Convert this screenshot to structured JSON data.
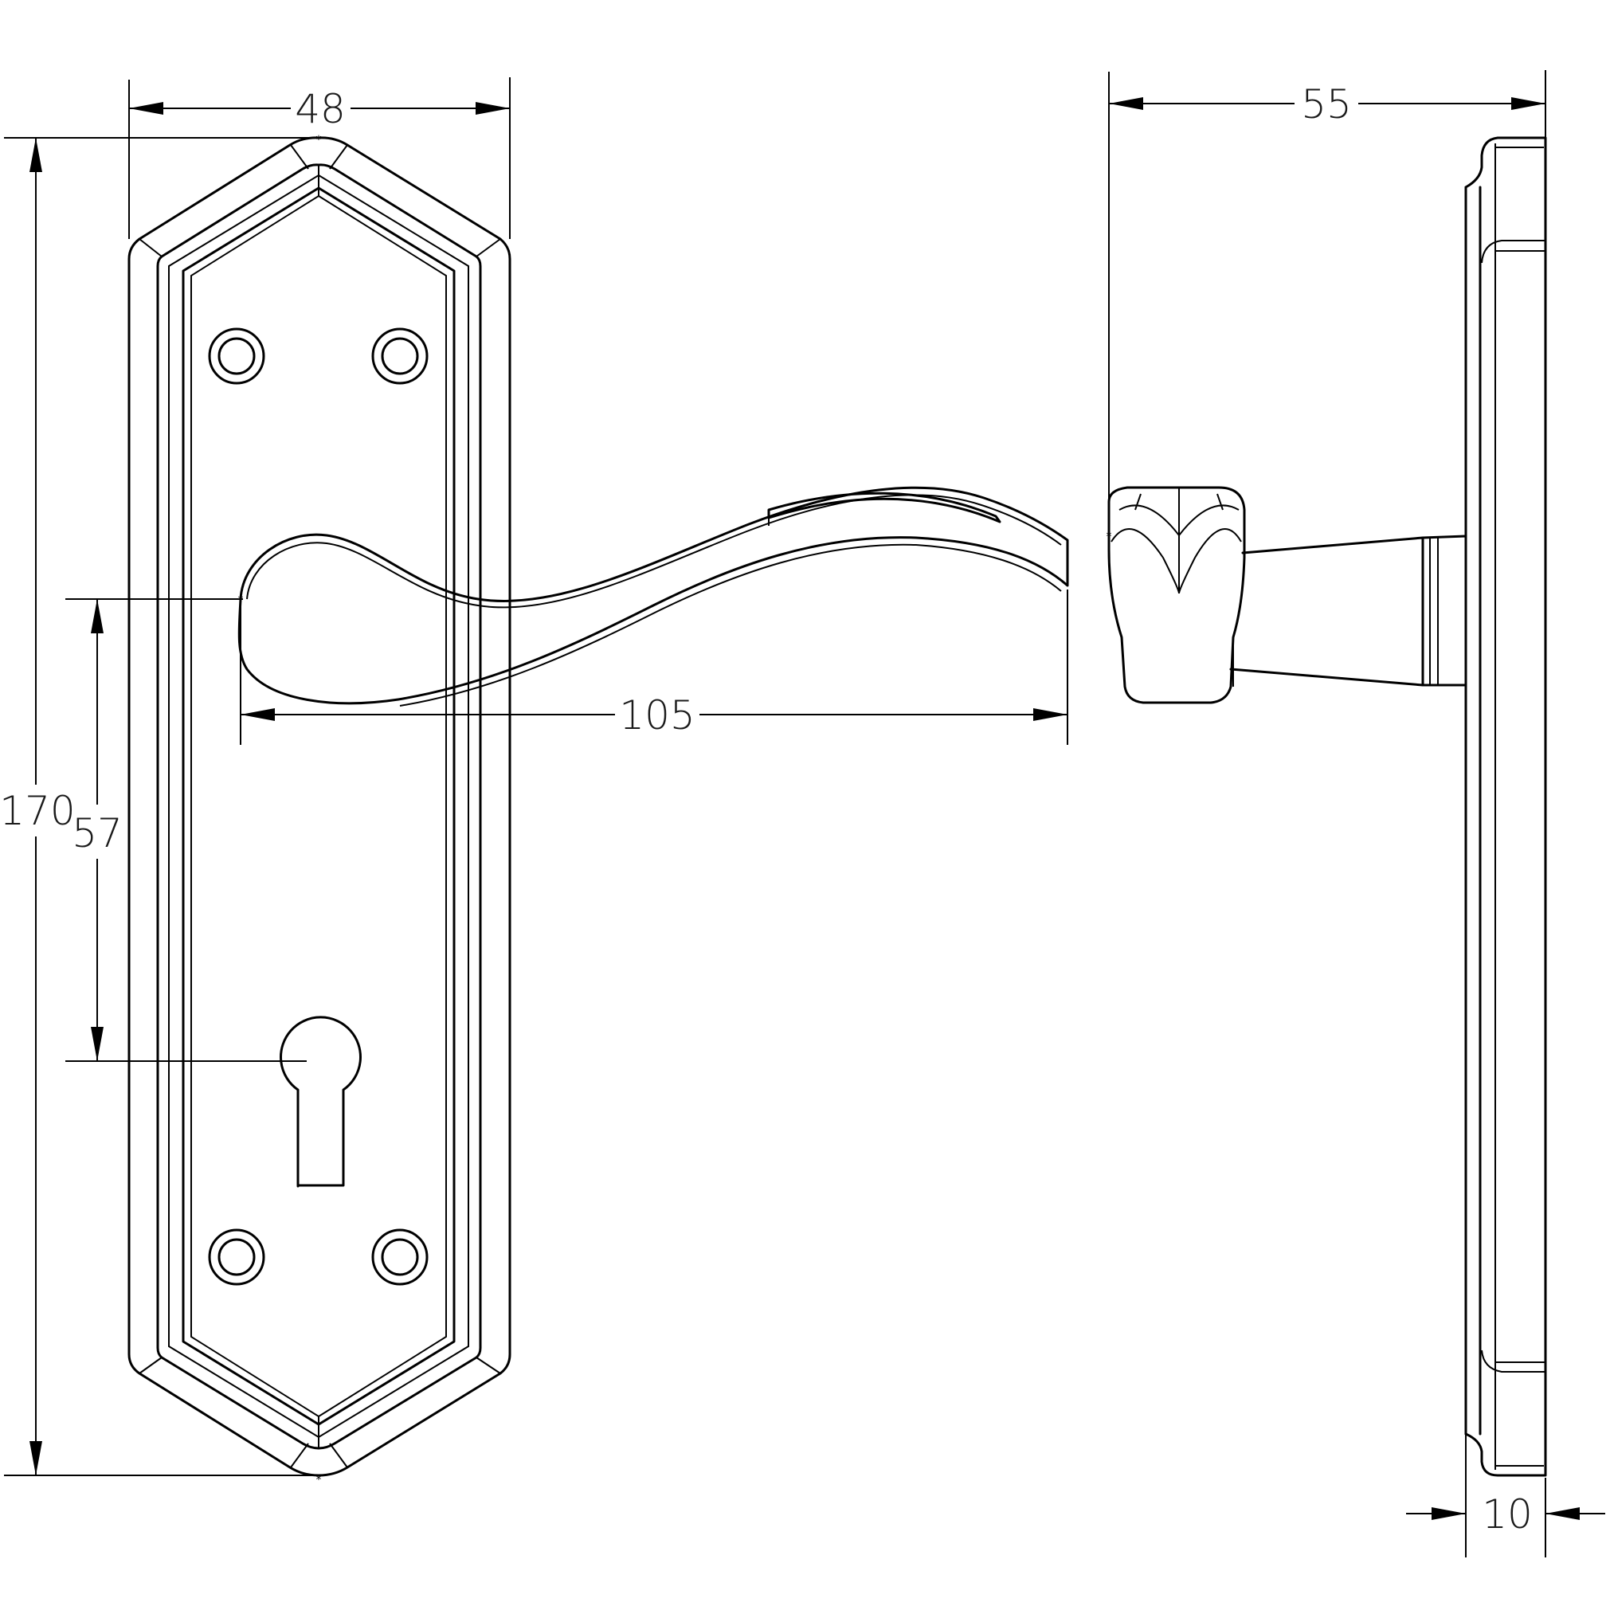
{
  "dimensions": {
    "plate_width": "48",
    "plate_height": "170",
    "handle_to_keyhole": "57",
    "lever_length": "105",
    "projection": "55",
    "plate_thickness": "10"
  },
  "colors": {
    "line": "#000000",
    "background": "#ffffff"
  }
}
